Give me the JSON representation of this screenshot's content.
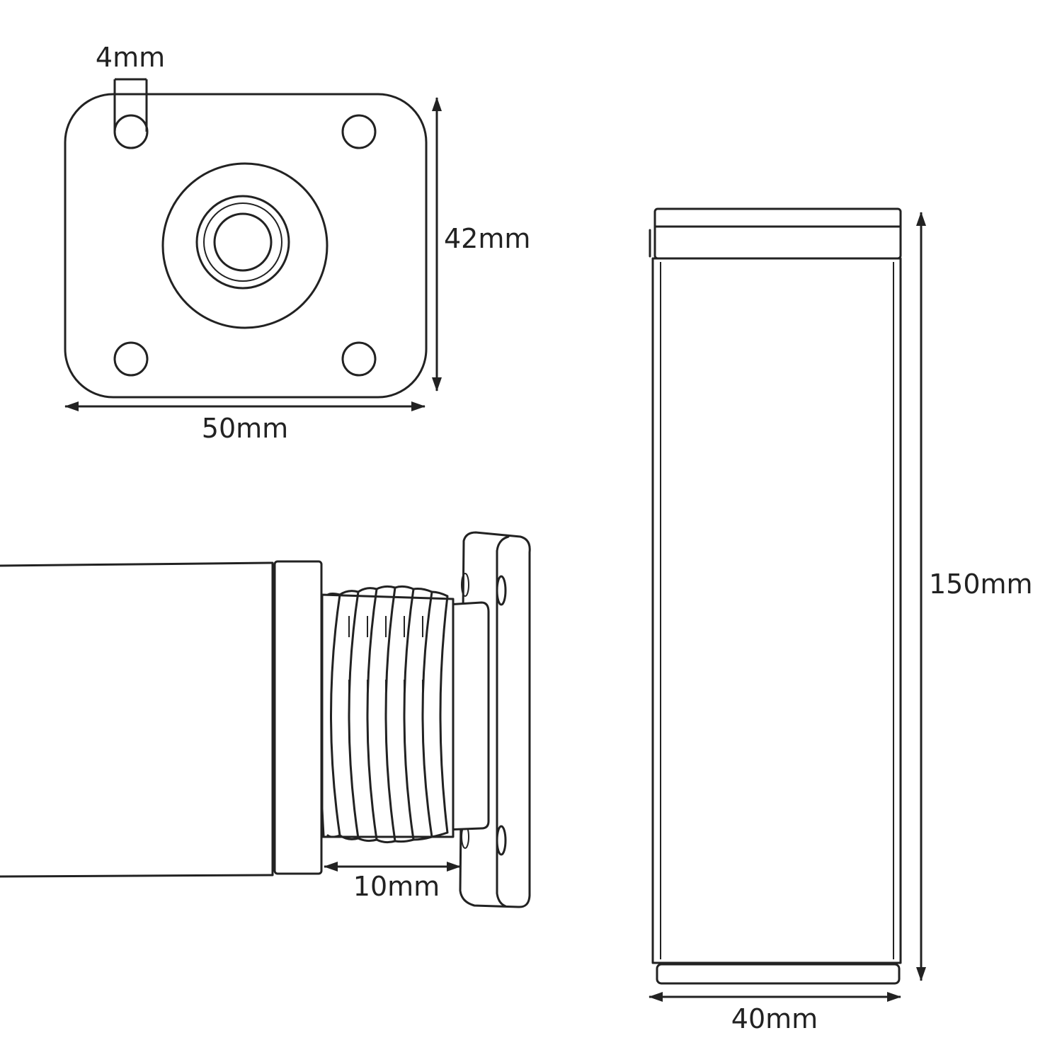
{
  "dimensions": {
    "hole_diameter": "4mm",
    "plate_height": "42mm",
    "plate_width": "50mm",
    "thread_adjustment": "10mm",
    "leg_height": "150mm",
    "leg_width": "40mm"
  },
  "colors": {
    "line": "#222222",
    "background": "#ffffff"
  }
}
